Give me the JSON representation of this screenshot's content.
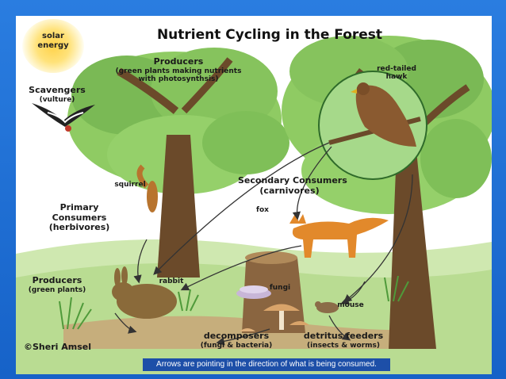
{
  "title": "Nutrient Cycling in the Forest",
  "solar_energy": {
    "line1": "solar",
    "line2": "energy"
  },
  "labels": {
    "producers_top": {
      "title": "Producers",
      "sub1": "(green plants making nutrients",
      "sub2": "with photosynthsis)"
    },
    "scavengers": {
      "title": "Scavengers",
      "sub": "(vulture)"
    },
    "red_tailed_hawk": {
      "line1": "red-tailed",
      "line2": "hawk"
    },
    "squirrel": "squirrel",
    "secondary_consumers": {
      "title": "Secondary Consumers",
      "sub": "(carnivores)"
    },
    "primary_consumers": {
      "line1": "Primary",
      "line2": "Consumers",
      "line3": "(herbivores)"
    },
    "fox": "fox",
    "producers_bottom": {
      "title": "Producers",
      "sub": "(green plants)"
    },
    "rabbit": "rabbit",
    "fungi": "fungi",
    "mouse": "mouse",
    "decomposers": {
      "title": "decomposers",
      "sub": "(fungi & bacteria)"
    },
    "detritus_feeders": {
      "title": "detritus feeders",
      "sub": "(insects & worms)"
    },
    "copyright": "©Sheri Amsel"
  },
  "caption": "Arrows are pointing in the direction of what is being consumed.",
  "colors": {
    "background": "#1e6fd6",
    "foliage": "#7cc05a",
    "trunk": "#6b4a2a",
    "caption_bg": "#1d4fa8",
    "sun": "#ffd24a"
  }
}
